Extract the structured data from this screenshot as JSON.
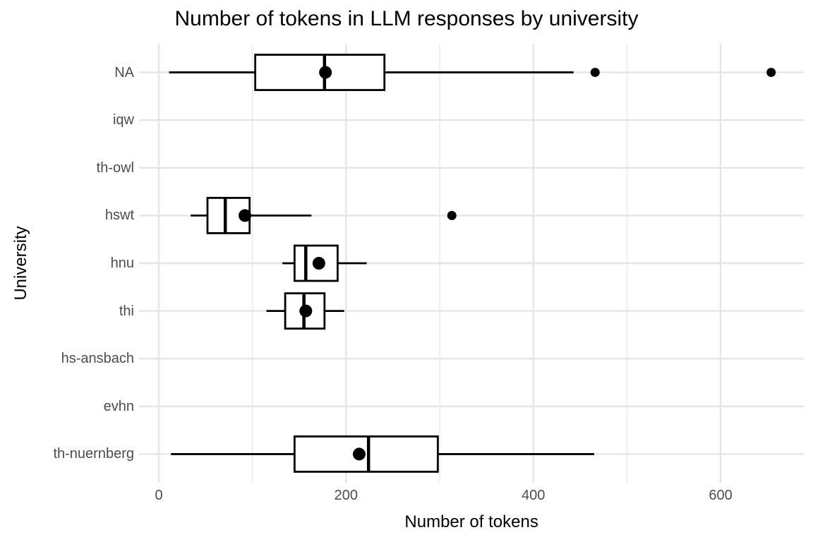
{
  "chart_data": {
    "type": "boxplot",
    "orientation": "horizontal",
    "title": "Number of tokens in LLM responses by university",
    "xlabel": "Number of tokens",
    "ylabel": "University",
    "categories": [
      "NA",
      "iqw",
      "th-owl",
      "hswt",
      "hnu",
      "thi",
      "hs-ansbach",
      "evhn",
      "th-nuernberg"
    ],
    "x_ticks": [
      0,
      200,
      400,
      600
    ],
    "x_minor_ticks": [
      100,
      300,
      500
    ],
    "xlim": [
      -21,
      689
    ],
    "grid": true,
    "legend": "none",
    "colors": {
      "box_fill": "#ffffff",
      "stroke": "#000000",
      "grid_major": "#e5e5e5",
      "grid_minor": "#efefef",
      "axis_text": "#4d4d4d",
      "title_text": "#000000",
      "background": "#ffffff"
    },
    "series": [
      {
        "category": "NA",
        "empty": false,
        "min": 11,
        "q1": 103,
        "median": 177,
        "q3": 241,
        "max": 443,
        "mean": 178,
        "outliers": [
          466,
          654
        ]
      },
      {
        "category": "iqw",
        "empty": true,
        "outliers": []
      },
      {
        "category": "th-owl",
        "empty": true,
        "outliers": []
      },
      {
        "category": "hswt",
        "empty": false,
        "min": 34,
        "q1": 52,
        "median": 71,
        "q3": 97,
        "max": 163,
        "mean": 92,
        "outliers": [
          313
        ]
      },
      {
        "category": "hnu",
        "empty": false,
        "min": 132,
        "q1": 145,
        "median": 157,
        "q3": 191,
        "max": 222,
        "mean": 171,
        "outliers": []
      },
      {
        "category": "thi",
        "empty": false,
        "min": 115,
        "q1": 135,
        "median": 155,
        "q3": 177,
        "max": 198,
        "mean": 157,
        "outliers": []
      },
      {
        "category": "hs-ansbach",
        "empty": true,
        "outliers": []
      },
      {
        "category": "evhn",
        "empty": true,
        "outliers": []
      },
      {
        "category": "th-nuernberg",
        "empty": false,
        "min": 13,
        "q1": 145,
        "median": 224,
        "q3": 298,
        "max": 465,
        "mean": 214,
        "outliers": []
      }
    ]
  }
}
